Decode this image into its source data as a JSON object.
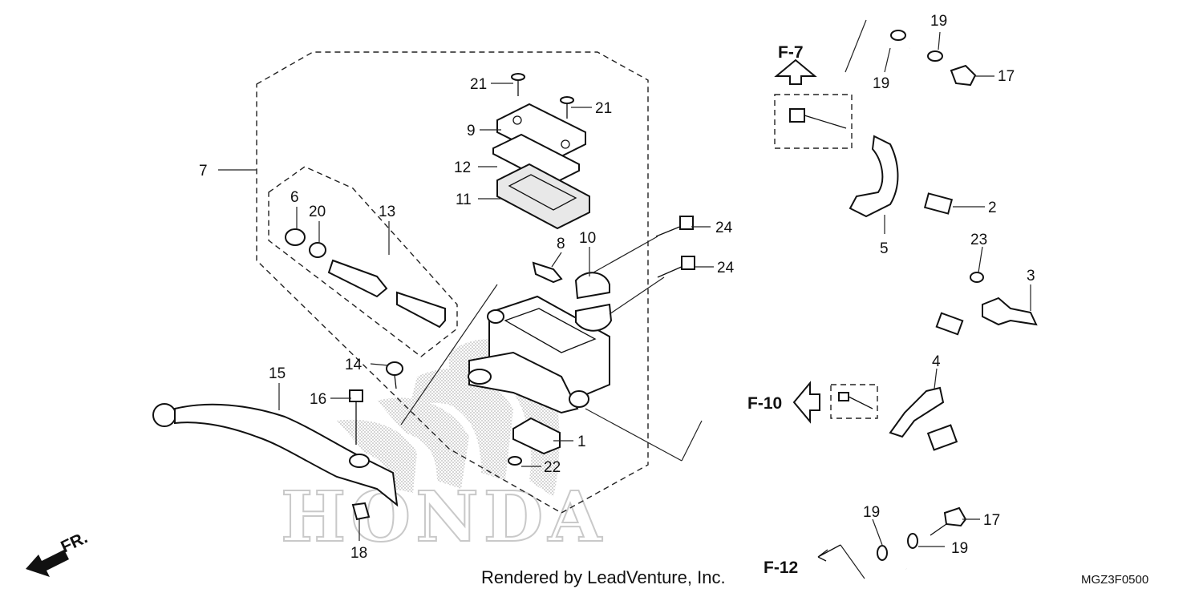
{
  "diagram": {
    "callouts": {
      "c1": "1",
      "c2": "2",
      "c3": "3",
      "c4": "4",
      "c5": "5",
      "c6": "6",
      "c7": "7",
      "c8": "8",
      "c9": "9",
      "c10": "10",
      "c11": "11",
      "c12": "12",
      "c13": "13",
      "c14": "14",
      "c15": "15",
      "c16": "16",
      "c17a": "17",
      "c17b": "17",
      "c18": "18",
      "c19a": "19",
      "c19b": "19",
      "c19c": "19",
      "c19d": "19",
      "c20": "20",
      "c21a": "21",
      "c21b": "21",
      "c22": "22",
      "c23": "23",
      "c24a": "24",
      "c24b": "24"
    },
    "refs": {
      "f7": "F-7",
      "f10": "F-10",
      "f12": "F-12",
      "fr": "FR."
    },
    "watermark": "HONDA",
    "credit": "Rendered by LeadVenture, Inc.",
    "diagram_code": "MGZ3F0500"
  }
}
